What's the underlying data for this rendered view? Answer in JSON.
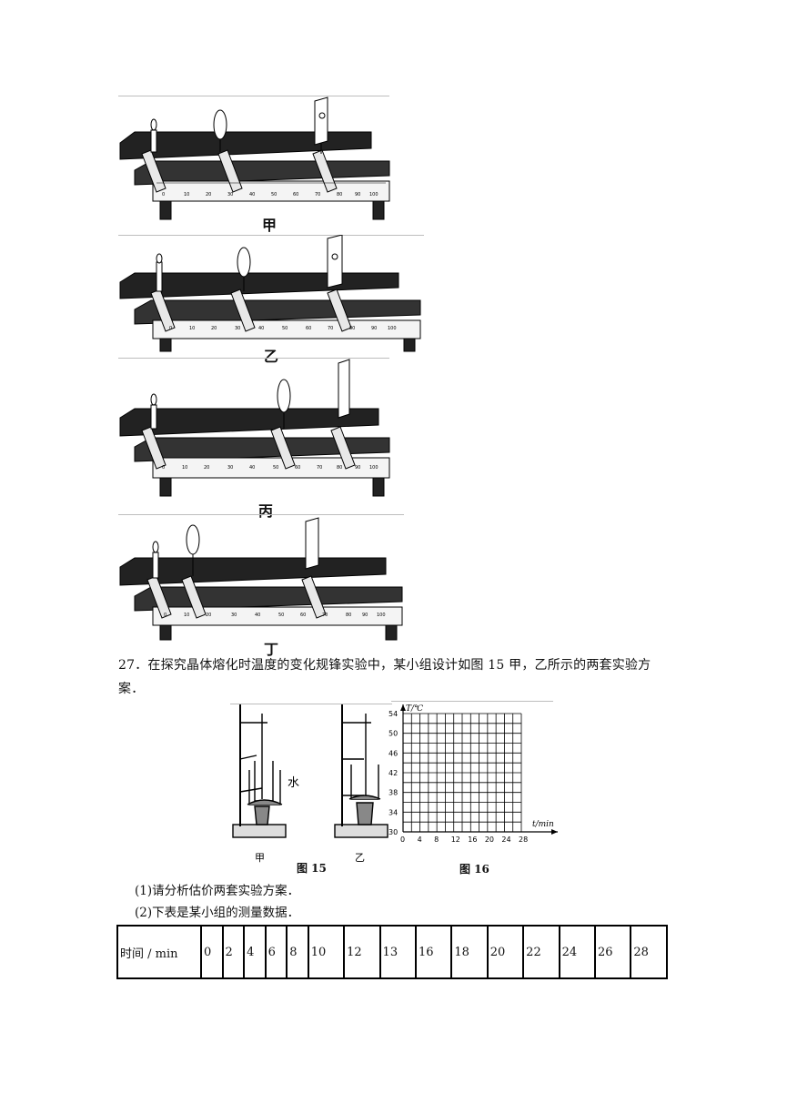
{
  "figures_bench": [
    {
      "label": "甲",
      "scale": [
        "0",
        "10",
        "20",
        "30",
        "40",
        "50",
        "60",
        "70",
        "80",
        "90",
        "100"
      ]
    },
    {
      "label": "乙",
      "scale": [
        "0",
        "10",
        "20",
        "30",
        "40",
        "50",
        "60",
        "70",
        "80",
        "90",
        "100"
      ]
    },
    {
      "label": "丙",
      "scale": [
        "0",
        "10",
        "20",
        "30",
        "40",
        "50",
        "60",
        "70",
        "80",
        "90",
        "100"
      ]
    },
    {
      "label": "丁",
      "scale": [
        "0",
        "10",
        "20",
        "30",
        "40",
        "50",
        "60",
        "70",
        "80",
        "90",
        "100"
      ]
    }
  ],
  "question": {
    "text": "27．在探究晶体熔化时温度的变化规锋实验中，某小组设计如图 15 甲，乙所示的两套实验方案．",
    "sub1": "(1)请分析估价两套实验方案．",
    "sub2": "(2)下表是某小组的测量数据．"
  },
  "fig15": {
    "label_a": "甲",
    "label_b": "乙",
    "water": "水",
    "caption": "图 15"
  },
  "fig16": {
    "caption": "图 16",
    "y_axis_label": "T/℃",
    "x_axis_label": "t/min",
    "y_ticks": [
      "30",
      "34",
      "38",
      "42",
      "46",
      "50",
      "54"
    ],
    "x_ticks": [
      "0",
      "4",
      "8",
      "12",
      "16",
      "20",
      "24",
      "28"
    ]
  },
  "table": {
    "header": "时间 / min",
    "values": [
      "0",
      "2",
      "4",
      "6",
      "8",
      "10",
      "12",
      "13",
      "16",
      "18",
      "20",
      "22",
      "24",
      "26",
      "28"
    ]
  }
}
